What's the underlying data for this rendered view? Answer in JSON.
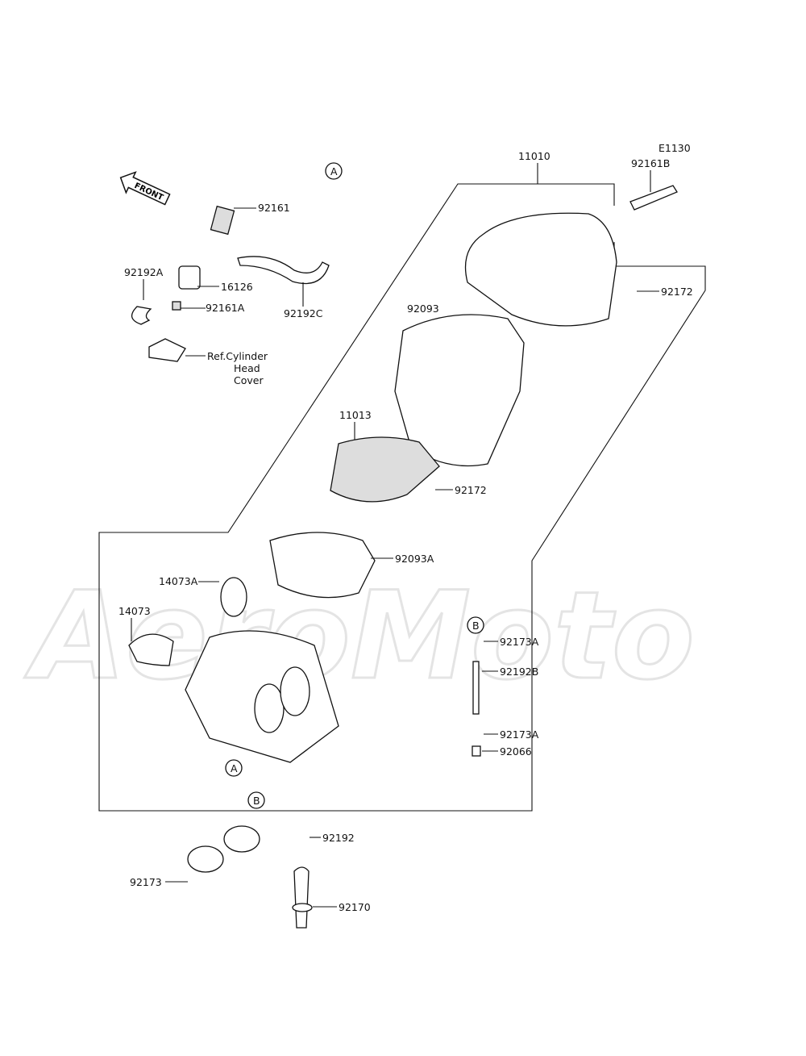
{
  "diagram_code": "E1130",
  "front_arrow": "FRONT",
  "watermark": "AeroMoto",
  "reference": {
    "line1": "Ref.Cylinder",
    "line2": "Head",
    "line3": "Cover"
  },
  "callouts": {
    "A": "A",
    "B": "B"
  },
  "parts": {
    "p11010": "11010",
    "p92161B": "92161B",
    "p92172_top": "92172",
    "p92093": "92093",
    "p11013": "11013",
    "p92172_mid": "92172",
    "p92093A": "92093A",
    "p14073A": "14073A",
    "p14073": "14073",
    "p92161": "92161",
    "p16126": "16126",
    "p92192A": "92192A",
    "p92161A": "92161A",
    "p92192C": "92192C",
    "p92173A_top": "92173A",
    "p92192B": "92192B",
    "p92173A_bot": "92173A",
    "p92066": "92066",
    "p92192": "92192",
    "p92173": "92173",
    "p92170": "92170"
  }
}
